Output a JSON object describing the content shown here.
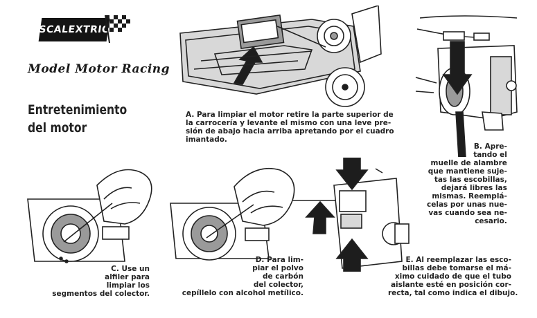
{
  "brand": {
    "logo_text": "SCALEXTRIC",
    "subtitle": "Model Motor Racing"
  },
  "heading": {
    "line1": "Entretenimiento",
    "line2": "del motor"
  },
  "captions": {
    "a": [
      "A. Para limpiar el motor retire la parte superior de",
      "la carrocería y levante el mismo con una leve pre-",
      "sión de abajo hacia arriba apretando por el cuadro",
      "imantado."
    ],
    "b": [
      "B. Apre-",
      "tando el",
      "muelle de alambre",
      "que mantiene suje-",
      "tas las escobillas,",
      "dejará libres las",
      "mismas. Reemplá-",
      "celas por unas nue-",
      "vas cuando sea ne-",
      "cesario."
    ],
    "c": [
      "C. Use un",
      "alfiler para",
      "limpiar los",
      "segmentos del colector."
    ],
    "d": [
      "D. Para lim-",
      "piar el polvo",
      "de carbón",
      "del colector,",
      "cepíllelo con alcohol metílico."
    ],
    "e": [
      "E. Al reemplazar las esco-",
      "billas debe tomarse el má-",
      "ximo cuidado de que el tubo",
      "aislante esté en posición cor-",
      "recta, tal como indica el dibujo."
    ]
  },
  "icons": [
    "checkered-flag-icon"
  ]
}
